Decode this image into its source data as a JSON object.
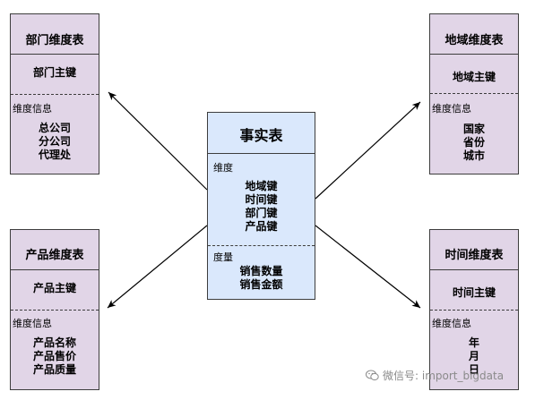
{
  "fact": {
    "title": "事实表",
    "dimension_label": "维度",
    "keys": [
      "地域键",
      "时间键",
      "部门键",
      "产品键"
    ],
    "measure_label": "度量",
    "measures": [
      "销售数量",
      "销售金额"
    ]
  },
  "dim_tables": [
    {
      "title": "部门维度表",
      "primary_key": "部门主键",
      "info_label": "维度信息",
      "items": [
        "总公司",
        "分公司",
        "代理处"
      ]
    },
    {
      "title": "地域维度表",
      "primary_key": "地域主键",
      "info_label": "维度信息",
      "items": [
        "国家",
        "省份",
        "城市"
      ]
    },
    {
      "title": "产品维度表",
      "primary_key": "产品主键",
      "info_label": "维度信息",
      "items": [
        "产品名称",
        "产品售价",
        "产品质量"
      ]
    },
    {
      "title": "时间维度表",
      "primary_key": "时间主键",
      "info_label": "维度信息",
      "items": [
        "年",
        "月",
        "日"
      ]
    }
  ],
  "watermark": {
    "text": "微信号: import_bigdata",
    "icon": "wechat-icon"
  },
  "colors": {
    "dimension_fill": "#e1d5e7",
    "fact_fill": "#dae8fc",
    "stroke": "#3d3d3d"
  }
}
